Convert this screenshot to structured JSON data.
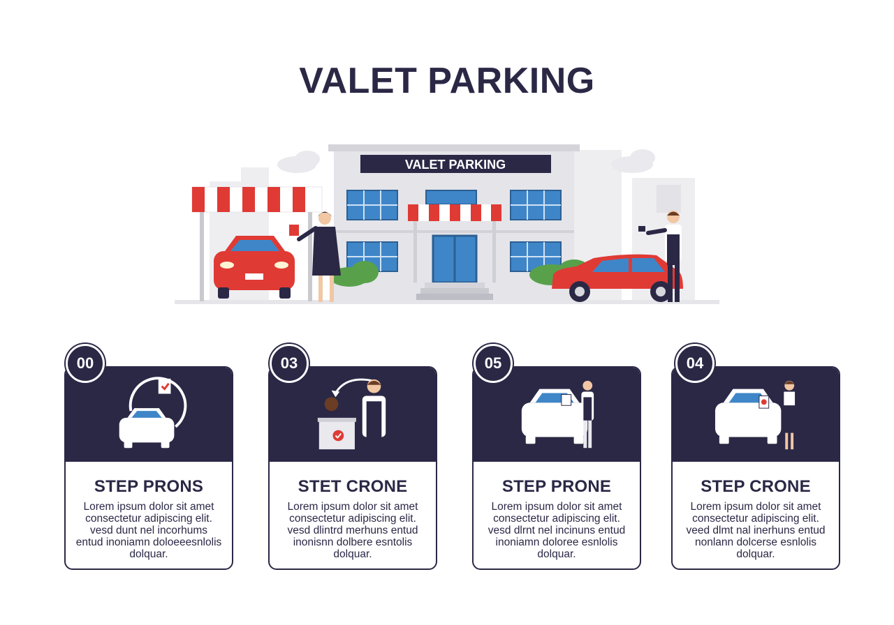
{
  "page": {
    "title": "VALET PARKING"
  },
  "hero": {
    "sign_text": "VALET PARKING"
  },
  "steps": [
    {
      "number": "00",
      "title": "STEP PRONS",
      "description": "Lorem ipsum dolor sit amet consectetur adipiscing elit. vesd dunt nel incorhums entud inoniamn doloeeesnlolis dolquar."
    },
    {
      "number": "03",
      "title": "STET CRONE",
      "description": "Lorem ipsum dolor sit amet consectetur adipiscing elit. vesd dlintrd merhuns entud inonisnn dolbere esntolis dolquar."
    },
    {
      "number": "05",
      "title": "STEP PRONE",
      "description": "Lorem ipsum dolor sit amet consectetur adipiscing elit. vesd dlrnt nel incinuns entud inoniamn doloree esnlolis dolquar."
    },
    {
      "number": "04",
      "title": "STEP CRONE",
      "description": "Lorem ipsum dolor sit amet consectetur adipiscing elit. veed dlmt nal inerhuns entud nonlann dolcerse esnlolis dolquar."
    }
  ],
  "colors": {
    "navy": "#2b2846",
    "red": "#e03a35",
    "glass": "#3f86c8"
  }
}
